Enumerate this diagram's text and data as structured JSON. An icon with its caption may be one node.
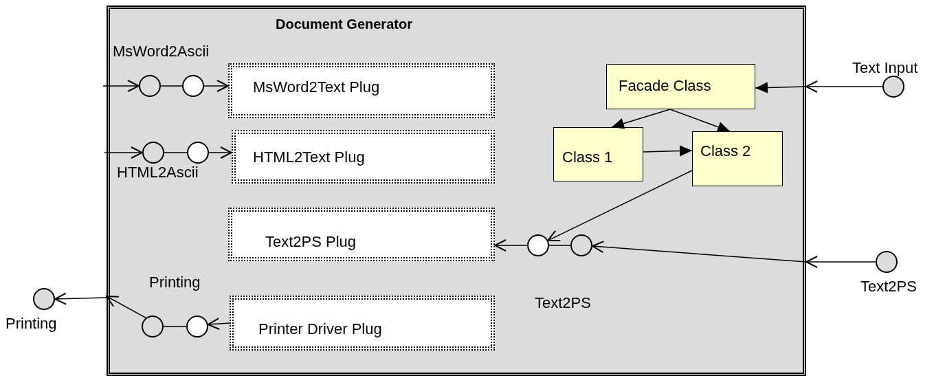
{
  "diagram": {
    "nodes": [
      {
        "text": [
          "Document Generator"
        ]
      },
      {
        "text": [
          "MsWord2Text Plug"
        ],
        "in": 0
      },
      {
        "text": [
          "HTML2Text Plug"
        ],
        "in": 0
      },
      {
        "text": [
          "Text2PS Plug"
        ],
        "in": 0
      },
      {
        "text": [
          "Printer Driver Plug"
        ],
        "in": 0
      },
      {
        "text": [
          "Facade Class"
        ],
        "in": 0
      },
      {
        "text": [
          "Class 1"
        ],
        "in": 0
      },
      {
        "text": [
          "Class 2"
        ],
        "in": 0
      },
      {
        "text": [],
        "shape": "circle",
        "in": 0,
        "beside": [
          "MsWord2Ascii"
        ]
      },
      {
        "text": [],
        "shape": "circle",
        "in": 0
      },
      {
        "text": [],
        "shape": "circle",
        "in": 0,
        "beside": [
          "HTML2Ascii"
        ]
      },
      {
        "text": [],
        "shape": "circle",
        "in": 0
      },
      {
        "text": [],
        "shape": "circle",
        "in": 0,
        "beside": [
          "Text2PS"
        ]
      },
      {
        "text": [],
        "shape": "circle",
        "in": 0
      },
      {
        "text": [],
        "shape": "circle",
        "in": 0,
        "beside": [
          "Printing"
        ]
      },
      {
        "text": [],
        "shape": "circle",
        "in": 0
      },
      {
        "text": [],
        "shape": "circle",
        "beside": [
          "Text Input"
        ]
      },
      {
        "text": [],
        "shape": "circle",
        "beside": [
          "Text2PS"
        ]
      },
      {
        "text": [],
        "shape": "circle",
        "beside": [
          "Printing"
        ]
      }
    ],
    "edges": [
      {
        "from": null,
        "to": 8,
        "arrow": "to"
      },
      {
        "from": 8,
        "to": 9,
        "arrow": "none"
      },
      {
        "from": 9,
        "to": 1,
        "arrow": "to"
      },
      {
        "from": null,
        "to": 10,
        "arrow": "to"
      },
      {
        "from": 10,
        "to": 11,
        "arrow": "none"
      },
      {
        "from": 11,
        "to": 2,
        "arrow": "to"
      },
      {
        "from": 16,
        "to": 0,
        "arrow": "to"
      },
      {
        "from": 0,
        "to": 5,
        "arrow": "to"
      },
      {
        "from": 5,
        "to": 6,
        "arrow": "to"
      },
      {
        "from": 5,
        "to": 7,
        "arrow": "to"
      },
      {
        "from": 6,
        "to": 7,
        "arrow": "to"
      },
      {
        "from": 7,
        "to": 12,
        "arrow": "to"
      },
      {
        "from": 12,
        "to": 13,
        "arrow": "none"
      },
      {
        "from": 12,
        "to": 3,
        "arrow": "to"
      },
      {
        "from": 17,
        "to": 0,
        "arrow": "to"
      },
      {
        "from": 0,
        "to": 13,
        "arrow": "to"
      },
      {
        "from": 4,
        "to": 15,
        "arrow": "to"
      },
      {
        "from": 14,
        "to": 15,
        "arrow": "none"
      },
      {
        "from": 14,
        "to": 0,
        "arrow": "to"
      },
      {
        "from": 0,
        "to": 18,
        "arrow": "to"
      }
    ]
  }
}
